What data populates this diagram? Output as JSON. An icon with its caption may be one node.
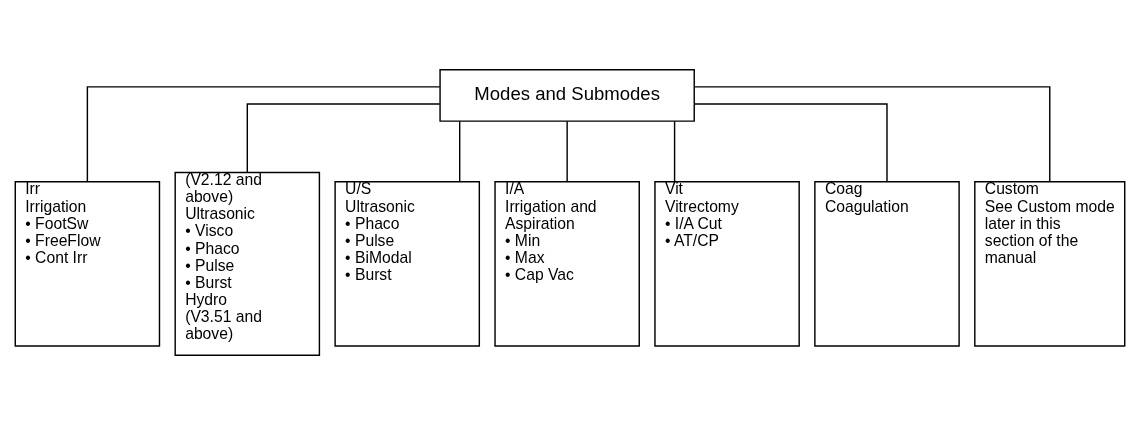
{
  "diagram": {
    "nodes": [
      {
        "text": [
          "Modes and Submodes"
        ]
      },
      {
        "text": [
          "Irr",
          "Irrigation",
          "• FootSw",
          "• FreeFlow",
          "• Cont Irr"
        ]
      },
      {
        "text": [
          "(V2.12 and above)",
          "Ultrasonic",
          "• Visco",
          "• Phaco",
          "• Pulse",
          "• Burst",
          "Hydro",
          "(V3.51 and above)"
        ]
      },
      {
        "text": [
          "U/S",
          "Ultrasonic",
          "• Phaco",
          "• Pulse",
          "• BiModal",
          "• Burst"
        ]
      },
      {
        "text": [
          "I/A",
          "Irrigation and Aspiration",
          "• Min",
          "• Max",
          "• Cap Vac"
        ]
      },
      {
        "text": [
          "Vit",
          "Vitrectomy",
          "• I/A Cut",
          "• AT/CP"
        ]
      },
      {
        "text": [
          "Coag",
          "Coagulation"
        ]
      },
      {
        "text": [
          "Custom",
          "See Custom mode later in this section of the manual"
        ]
      }
    ],
    "edges": [
      {
        "from": 0,
        "to": 1,
        "arrow": "none"
      },
      {
        "from": 0,
        "to": 2,
        "arrow": "none"
      },
      {
        "from": 0,
        "to": 3,
        "arrow": "none"
      },
      {
        "from": 0,
        "to": 4,
        "arrow": "none"
      },
      {
        "from": 0,
        "to": 5,
        "arrow": "none"
      },
      {
        "from": 0,
        "to": 6,
        "arrow": "none"
      },
      {
        "from": 0,
        "to": 7,
        "arrow": "none"
      }
    ]
  }
}
